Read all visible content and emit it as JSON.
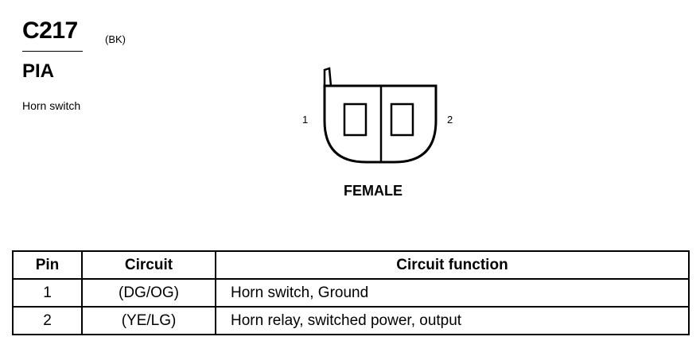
{
  "header": {
    "connector_id": "C217",
    "connector_color": "(BK)",
    "connector_code": "PIA",
    "component": "Horn switch"
  },
  "diagram": {
    "pin_labels": [
      "1",
      "2"
    ],
    "gender": "FEMALE"
  },
  "table": {
    "headers": [
      "Pin",
      "Circuit",
      "Circuit function"
    ],
    "rows": [
      {
        "pin": "1",
        "circuit": "(DG/OG)",
        "function": "Horn switch, Ground"
      },
      {
        "pin": "2",
        "circuit": "(YE/LG)",
        "function": "Horn relay, switched power, output"
      }
    ]
  }
}
